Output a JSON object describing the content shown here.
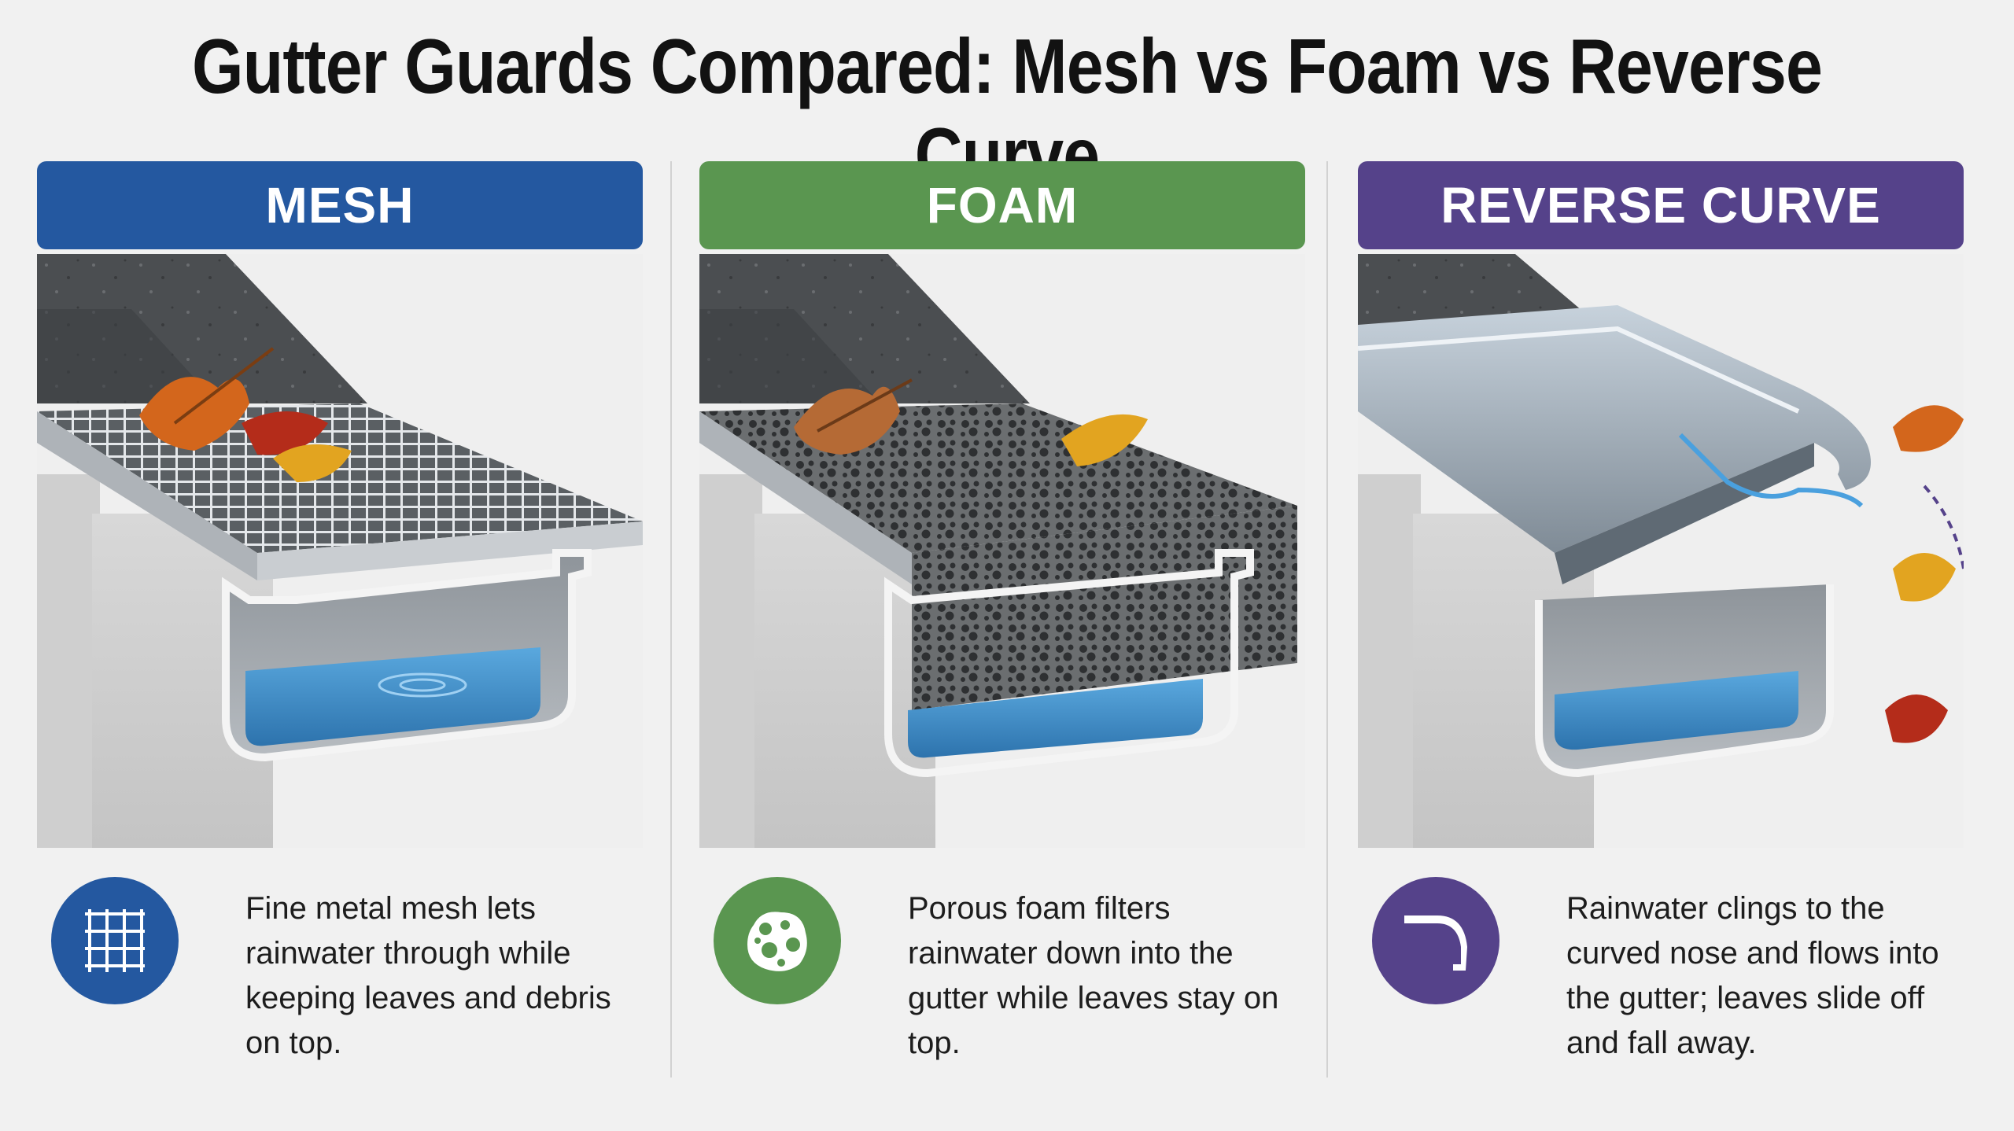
{
  "title": "Gutter Guards Compared: Mesh vs Foam vs Reverse Curve",
  "colors": {
    "mesh": "#2458a0",
    "foam": "#5a9650",
    "reverse_curve": "#55428a",
    "water": "#3a8fd1",
    "background": "#f1f1f1"
  },
  "panels": [
    {
      "label": "MESH",
      "icon": "mesh-grid-icon",
      "description": "Fine metal mesh lets rainwater through while keeping leaves and debris on top."
    },
    {
      "label": "FOAM",
      "icon": "foam-porous-icon",
      "description": "Porous foam filters rainwater down into the gutter while leaves stay on top."
    },
    {
      "label": "REVERSE CURVE",
      "icon": "curved-nose-icon",
      "description": "Rainwater clings to the curved nose and flows into the gutter; leaves slide off and fall away."
    }
  ]
}
